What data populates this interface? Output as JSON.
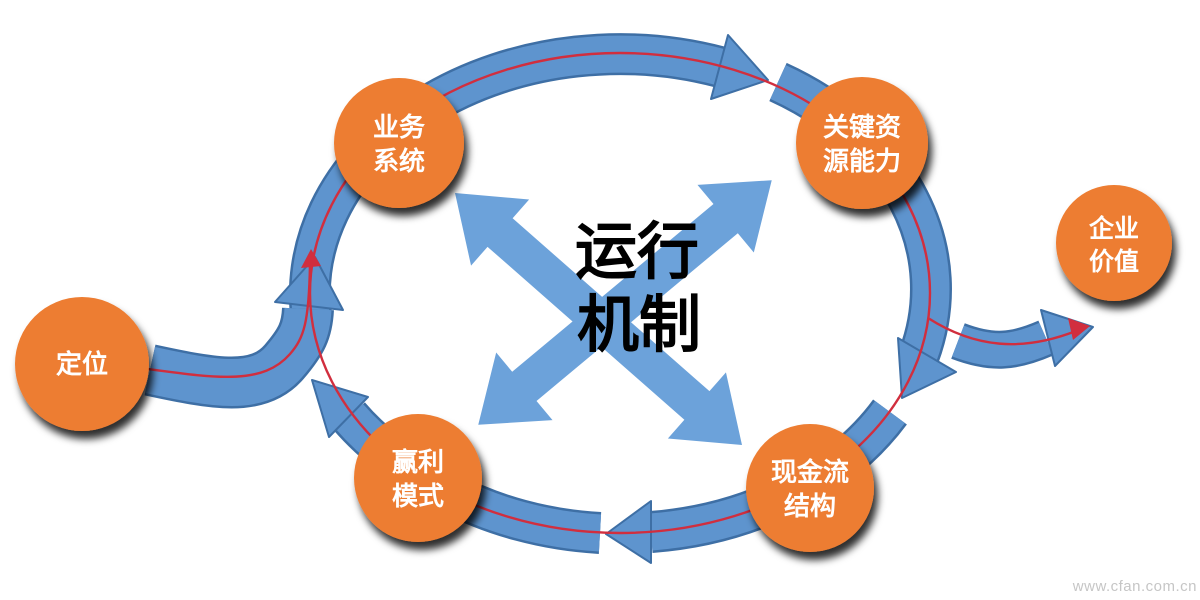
{
  "diagram": {
    "title": {
      "line1": "运行",
      "line2": "机制"
    },
    "nodes": [
      {
        "id": "positioning",
        "lines": [
          "定位",
          ""
        ]
      },
      {
        "id": "business-system",
        "lines": [
          "业务",
          "系统"
        ]
      },
      {
        "id": "key-resources",
        "lines": [
          "关键资",
          "源能力"
        ]
      },
      {
        "id": "enterprise-value",
        "lines": [
          "企业",
          "价值"
        ]
      },
      {
        "id": "cashflow-structure",
        "lines": [
          "现金流",
          "结构"
        ]
      },
      {
        "id": "profit-model",
        "lines": [
          "赢利",
          "模式"
        ]
      }
    ],
    "watermark": "www.cfan.com.cn",
    "colors": {
      "node": "#ED7D31",
      "node_text": "#FFFFFF",
      "arrow": "#5E94CE",
      "arrow_dark": "#3E6FA5",
      "arrow_x": "#6CA2DA",
      "flow": "#D12E3E",
      "title_text": "#000000",
      "watermark_text": "#C6C6C6"
    }
  }
}
